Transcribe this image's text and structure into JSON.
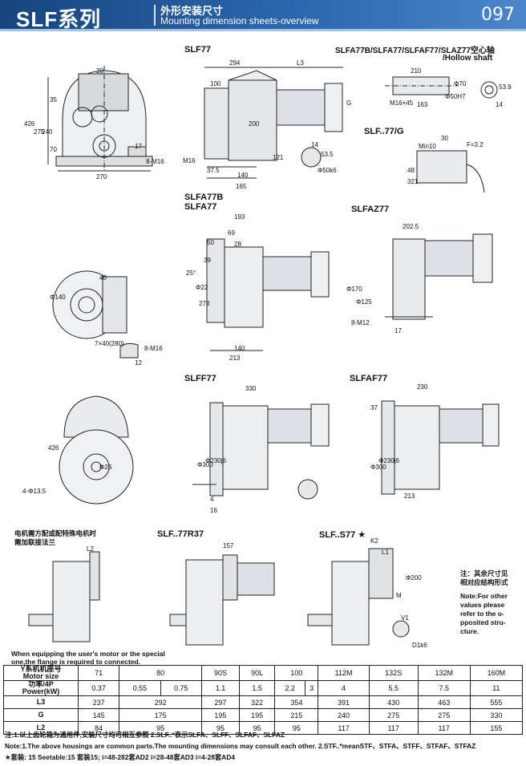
{
  "header": {
    "title": "SLF系列",
    "subtitle_cn": "外形安装尺寸",
    "subtitle_en": "Mounting dimension sheets-overview",
    "page": "097"
  },
  "labels": {
    "slf77": "SLF77",
    "hollow_cn": "SLFA77B/SLFA77/SLFAF77/SLAZ77空心轴",
    "hollow_en": "/Hollow shaft",
    "slf77g": "SLF..77/G",
    "slfa77b": "SLFA77B",
    "slfa77": "SLFA77",
    "slfaz77": "SLFAZ77",
    "slff77": "SLFF77",
    "slfaf77": "SLFAF77",
    "motor_flange_cn_1": "电机需方配或配特殊电机时",
    "motor_flange_cn_2": "需加联接法兰",
    "slf77r37": "SLF..77R37",
    "slfs77": "SLF..S77 ★",
    "other_cn_1": "注：其余尺寸见",
    "other_cn_2": "相对应结构形式",
    "other_en_1": "Note:For other",
    "other_en_2": "values please",
    "other_en_3": "refer to the o-",
    "other_en_4": "pposited stru-",
    "other_en_5": "cture.",
    "equip_en_1": "When equipping the user's motor or the special",
    "equip_en_2": "one,the flange is required to connected."
  },
  "dims": {
    "d20": "20",
    "d35": "35",
    "d426": "426",
    "d275": "275",
    "d240": "240",
    "d70": "70",
    "d270": "270",
    "d8m16": "8-M16",
    "d17": "17",
    "d294": "294",
    "dL3": "L3",
    "d100": "100",
    "dG": "G",
    "d200": "200",
    "d121": "121",
    "dM16": "M16",
    "d375": "37.5",
    "d140": "140",
    "d165": "165",
    "d14": "14",
    "d535": "53.5",
    "d50k6": "Φ50k6",
    "d210": "210",
    "d163": "163",
    "dm16x45": "M16×45",
    "d50h7": "Φ50H7",
    "d70b": "Φ70",
    "d539": "53.9",
    "d14b": "14",
    "dmin10": "Min10",
    "d30": "30",
    "dF32": "F=3.2",
    "d48": "48",
    "d321": "321",
    "d193": "193",
    "d69": "69",
    "d50b": "50",
    "d28": "28",
    "d39": "39",
    "d25": "25°",
    "d22": "Φ22",
    "d278": "278",
    "d213": "213",
    "d140b": "140",
    "d140c": "Φ140",
    "d40": "40",
    "d7x40": "7×40(280)",
    "d8m16b": "8-M16",
    "d12": "12",
    "d2025": "202.5",
    "d170": "Φ170",
    "d125": "Φ125",
    "d8m12": "8-M12",
    "d17b": "17",
    "d330": "330",
    "d300": "Φ300",
    "d230j6": "Φ230j6",
    "d4": "4",
    "d16": "16",
    "d4135": "4-Φ13.5",
    "d26": "Φ26",
    "d426b": "426",
    "d230": "230",
    "d37": "37",
    "d300b": "Φ300",
    "d230j6b": "Φ230j6",
    "d213b": "213",
    "dL2": "L2",
    "d157": "157",
    "dK2": "K2",
    "dL1": "L1",
    "d200b": "Φ200",
    "dM": "M",
    "dV1": "V1",
    "dD1k6": "D1k6"
  },
  "table": {
    "rows": [
      {
        "head": "Y系机机座号\nMotor size",
        "cells": [
          {
            "v": "71",
            "span": 1
          },
          {
            "v": "80",
            "span": 2
          },
          {
            "v": "90S",
            "span": 1
          },
          {
            "v": "90L",
            "span": 1
          },
          {
            "v": "100",
            "span": 2
          },
          {
            "v": "112M",
            "span": 1
          },
          {
            "v": "132S",
            "span": 1
          },
          {
            "v": "132M",
            "span": 1
          },
          {
            "v": "160M",
            "span": 1
          }
        ]
      },
      {
        "head": "功率/4P\nPower(kW)",
        "cells": [
          {
            "v": "0.37",
            "span": 1
          },
          {
            "v": "0.55",
            "span": 1
          },
          {
            "v": "0.75",
            "span": 1
          },
          {
            "v": "1.1",
            "span": 1
          },
          {
            "v": "1.5",
            "span": 1
          },
          {
            "v": "2.2",
            "span": 1
          },
          {
            "v": "3",
            "span": 1
          },
          {
            "v": "4",
            "span": 1
          },
          {
            "v": "5.5",
            "span": 1
          },
          {
            "v": "7.5",
            "span": 1
          },
          {
            "v": "11",
            "span": 1
          }
        ]
      },
      {
        "head": "L3",
        "cells": [
          {
            "v": "237",
            "span": 1
          },
          {
            "v": "292",
            "span": 2
          },
          {
            "v": "297",
            "span": 1
          },
          {
            "v": "322",
            "span": 1
          },
          {
            "v": "354",
            "span": 2
          },
          {
            "v": "391",
            "span": 1
          },
          {
            "v": "430",
            "span": 1
          },
          {
            "v": "463",
            "span": 1
          },
          {
            "v": "555",
            "span": 1
          }
        ]
      },
      {
        "head": "G",
        "cells": [
          {
            "v": "145",
            "span": 1
          },
          {
            "v": "175",
            "span": 2
          },
          {
            "v": "195",
            "span": 1
          },
          {
            "v": "195",
            "span": 1
          },
          {
            "v": "215",
            "span": 2
          },
          {
            "v": "240",
            "span": 1
          },
          {
            "v": "275",
            "span": 1
          },
          {
            "v": "275",
            "span": 1
          },
          {
            "v": "330",
            "span": 1
          }
        ]
      },
      {
        "head": "L2",
        "cells": [
          {
            "v": "84",
            "span": 1
          },
          {
            "v": "95",
            "span": 2
          },
          {
            "v": "95",
            "span": 1
          },
          {
            "v": "95",
            "span": 1
          },
          {
            "v": "95",
            "span": 2
          },
          {
            "v": "117",
            "span": 1
          },
          {
            "v": "117",
            "span": 1
          },
          {
            "v": "117",
            "span": 1
          },
          {
            "v": "155",
            "span": 1
          }
        ]
      }
    ]
  },
  "footer": {
    "cn": "注:1.以上齿轮箱为通用件,安装尺寸均可相互参照    2.SLF..*表示SLFA、SLFF、SLFAF、SLFAZ",
    "en": "Note:1.The above housings are common parts.The mounting dimensions may consult each other.   2.STF..*meanSTF、STFA、STFF、STFAF、STFAZ",
    "star": "★套装: 15  Seetable:15 套装15;  i=48-282套AD2  i=28-48套AD3  i=4-28套AD4"
  }
}
